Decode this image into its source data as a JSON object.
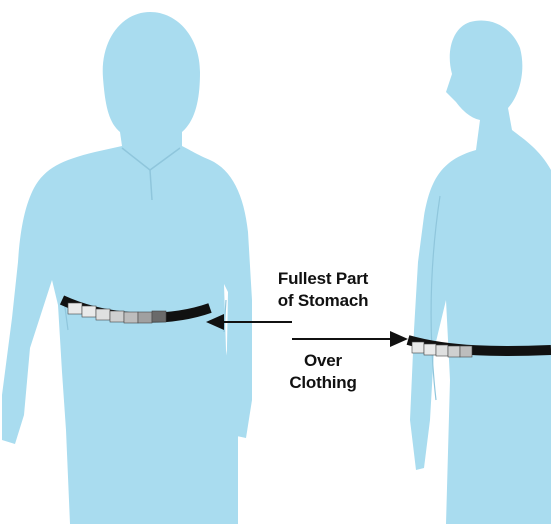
{
  "labels": {
    "callout_1_line1": "Fullest Part",
    "callout_1_line2": "of Stomach",
    "callout_2_line1": "Over",
    "callout_2_line2": "Clothing"
  },
  "colors": {
    "figure_fill": "#a9dcef",
    "background": "#ffffff",
    "tape_band": "#111111",
    "tape_light": "#e9eaea",
    "tape_mid": "#b7b7b7",
    "arrow": "#111111"
  },
  "icons": {
    "front_figure": "person-front-silhouette",
    "side_figure": "person-side-silhouette",
    "tape": "measuring-tape"
  }
}
